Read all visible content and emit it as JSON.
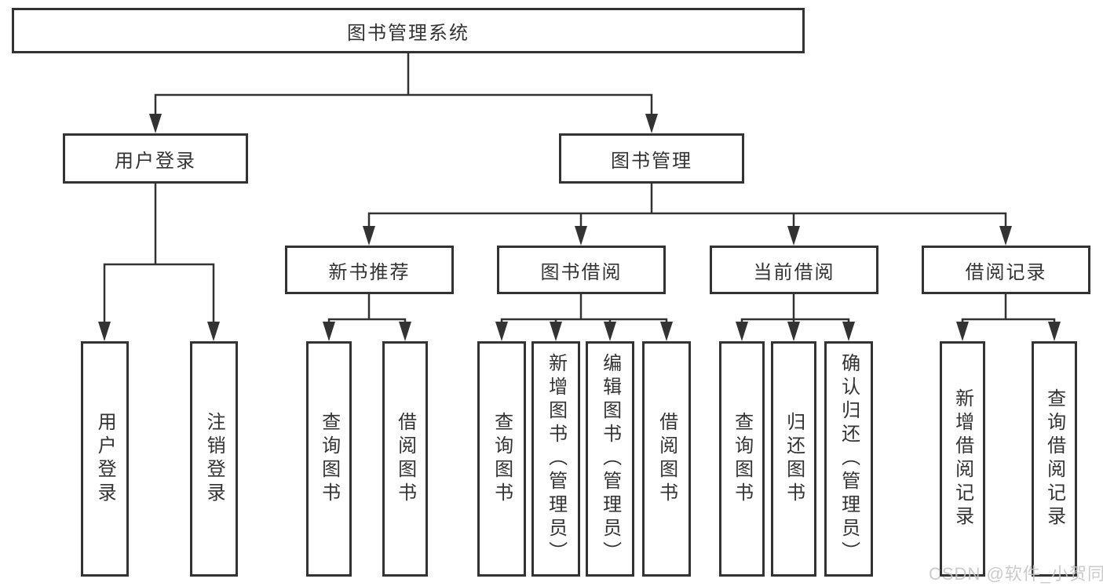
{
  "colors": {
    "line": "#333333",
    "box_border": "#333333",
    "text": "#333333",
    "background": "#ffffff",
    "watermark": "#c4c4c4"
  },
  "diagram": {
    "root": "图书管理系统",
    "level2": {
      "user_login": "用户登录",
      "book_mgmt": "图书管理"
    },
    "level3": {
      "new_books": "新书推荐",
      "book_borrow": "图书借阅",
      "current_borrow": "当前借阅",
      "borrow_records": "借阅记录"
    },
    "leaves": {
      "user_login_1": "用户登录",
      "user_login_2": "注销登录",
      "new_books_1": "查询图书",
      "new_books_2": "借阅图书",
      "book_borrow_1": "查询图书",
      "book_borrow_2": "新增图书（管理员）",
      "book_borrow_3": "编辑图书（管理员）",
      "book_borrow_4": "借阅图书",
      "current_borrow_1": "查询图书",
      "current_borrow_2": "归还图书",
      "current_borrow_3": "确认归还（管理员）",
      "borrow_records_1": "新增借阅记录",
      "borrow_records_2": "查询借阅记录"
    },
    "watermark": "CSDN @软件_小贺同学"
  }
}
